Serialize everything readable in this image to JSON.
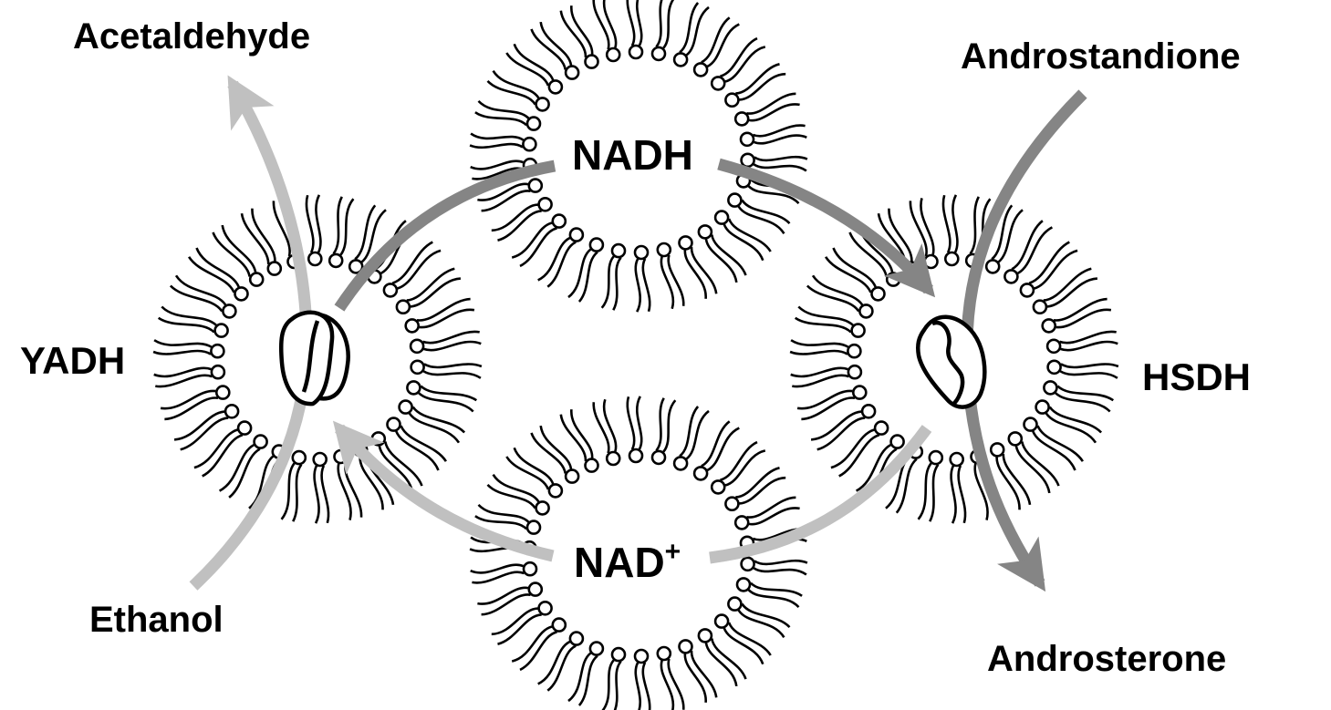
{
  "labels": {
    "acetaldehyde": "Acetaldehyde",
    "ethanol": "Ethanol",
    "yadh": "YADH",
    "nadh": "NADH",
    "nad_base": "NAD",
    "nad_sup": "+",
    "androstandione": "Androstandione",
    "androsterone": "Androsterone",
    "hsdh": "HSDH"
  },
  "colors": {
    "light_arrow": "#c0c0c0",
    "dark_arrow": "#858585",
    "ink": "#000000",
    "background": "#ffffff"
  }
}
